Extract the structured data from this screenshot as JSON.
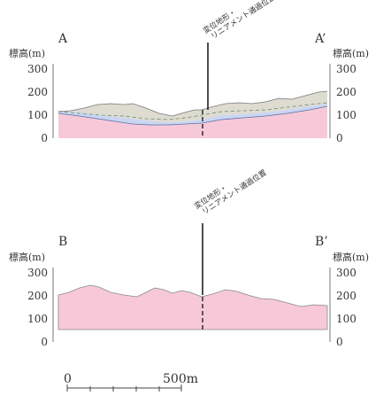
{
  "sections": [
    {
      "left_label": "A",
      "right_label": "A’",
      "elevation_label": "標高(m)",
      "ticks": [
        "300",
        "200",
        "100",
        "0"
      ],
      "annotation_line1": "変位地形・",
      "annotation_line2": "リニアメント通過位置"
    },
    {
      "left_label": "B",
      "right_label": "B’",
      "elevation_label": "標高(m)",
      "ticks": [
        "300",
        "200",
        "100",
        "0"
      ],
      "annotation_line1": "変位地形・",
      "annotation_line2": "リニアメント通過位置"
    }
  ],
  "scale": {
    "start": "0",
    "end": "500m"
  },
  "colors": {
    "bedrock": "#f7c9d8",
    "sediment_blue": "#c9d6f2",
    "surface_gray": "#dedbd1",
    "line": "#333333"
  }
}
